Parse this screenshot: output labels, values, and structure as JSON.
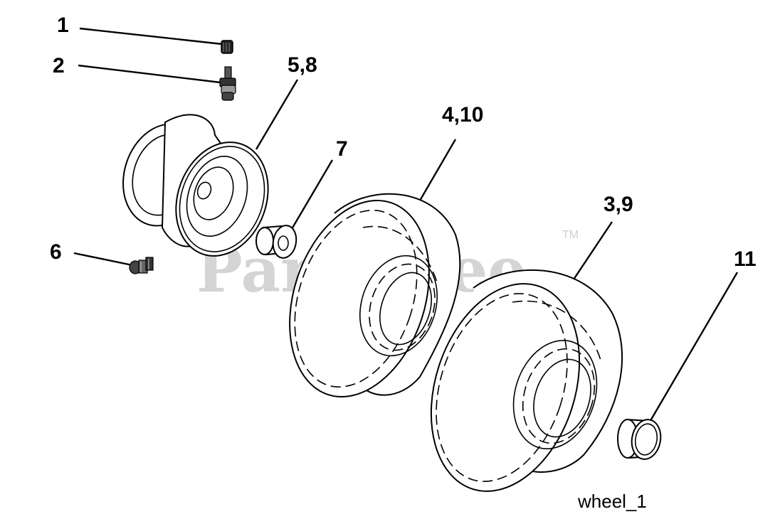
{
  "watermark": {
    "text": "PartsTree",
    "trademark": "TM"
  },
  "callouts": {
    "c1": "1",
    "c2": "2",
    "c58": "5,8",
    "c410": "4,10",
    "c7": "7",
    "c6": "6",
    "c39": "3,9",
    "c11": "11"
  },
  "caption": "wheel_1"
}
